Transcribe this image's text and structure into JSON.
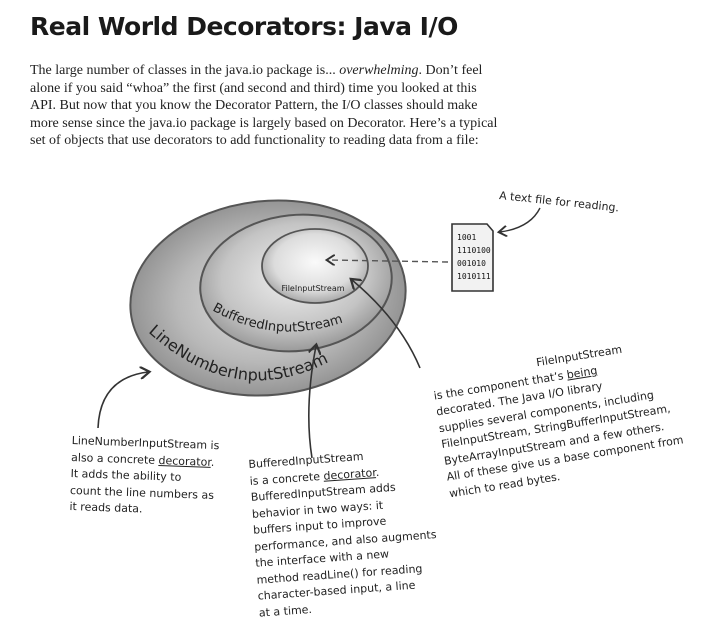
{
  "title": "Real World Decorators: Java I/O",
  "intro": {
    "part1": "The large number of classes in the java.io package is... ",
    "emphasis": "overwhelming",
    "part2": ". Don’t feel alone if you said “whoa” the first (and second and third) time you looked at this API. But now that you know the Decorator Pattern, the I/O classes should make more sense since the java.io package is largely based on Decorator.  Here’s a typical set of objects that use decorators to add functionality to reading data from a file:"
  },
  "diagram": {
    "outer_label": "LineNumberInputStream",
    "middle_label": "BufferedInputStream",
    "inner_label": "FileInputStream",
    "file_bits": [
      "1001",
      "1110100",
      "001010",
      "1010111"
    ]
  },
  "notes": {
    "file": "A text file for reading.",
    "lnis_line1": "LineNumberInputStream is",
    "lnis_pre": "also a concrete ",
    "lnis_word": "decorator",
    "lnis_rest": ".\nIt adds the ability to\ncount the line numbers as\nit reads data.",
    "bis_line1": "BufferedInputStream",
    "bis_pre": "is a concrete ",
    "bis_word": "decorator",
    "bis_rest": ".\nBufferedInputStream adds\nbehavior in two ways: it\nbuffers input to improve\nperformance, and also augments\nthe interface with a new\nmethod readLine() for reading\ncharacter-based input, a line\nat a time.",
    "fis_head": "FileInputStream",
    "fis_pre": "is the component that’s ",
    "fis_word": "being",
    "fis_rest": "\ndecorated. The Java I/O library\nsupplies several components, including\nFileInputStream, StringBufferInputStream,\nByteArrayInputStream and a few others.\nAll of these give us a base component from\nwhich to read bytes."
  }
}
